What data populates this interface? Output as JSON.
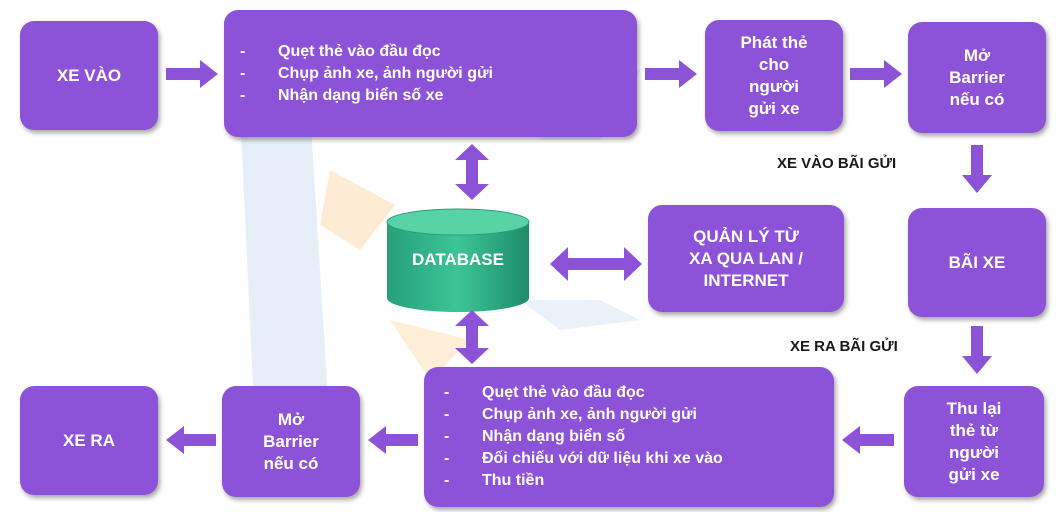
{
  "colors": {
    "box": "#8c52d8",
    "arrow": "#8c52d8",
    "database": "#2eae86",
    "text": "#ffffff"
  },
  "boxes": {
    "xe_vao": "XE VÀO",
    "entry_process": [
      "Quẹt thẻ vào đầu đọc",
      "Chụp ảnh xe, ảnh người gửi",
      "Nhận dạng biển số xe"
    ],
    "issue_card": "Phát thẻ\ncho\nngười\ngửi xe",
    "open_barrier_entry": "Mở\nBarrier\nnếu có",
    "database": "DATABASE",
    "remote_management": "QUẢN LÝ TỪ\nXA QUA LAN /\nINTERNET",
    "parking_lot": "BÃI XE",
    "collect_card": "Thu lại\nthẻ từ\nngười\ngửi xe",
    "exit_process": [
      "Quẹt thẻ vào đầu đọc",
      "Chụp ảnh xe, ảnh người gửi",
      "Nhận dạng biển số",
      "Đối chiếu với dữ liệu khi xe vào",
      "Thu tiền"
    ],
    "open_barrier_exit": "Mở\nBarrier\nnếu có",
    "xe_ra": "XE RA"
  },
  "labels": {
    "into_lot": "XE VÀO BÃI GỬI",
    "out_of_lot": "XE RA BÃI GỬI"
  }
}
